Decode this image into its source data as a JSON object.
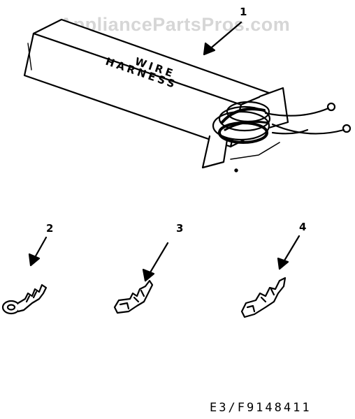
{
  "watermark": "AppliancePartsPros.com",
  "box_label": {
    "line1": "WIRE",
    "line2": "HARNESS"
  },
  "callouts": [
    "1",
    "2",
    "3",
    "4"
  ],
  "doc_id": "E3/F9148411"
}
